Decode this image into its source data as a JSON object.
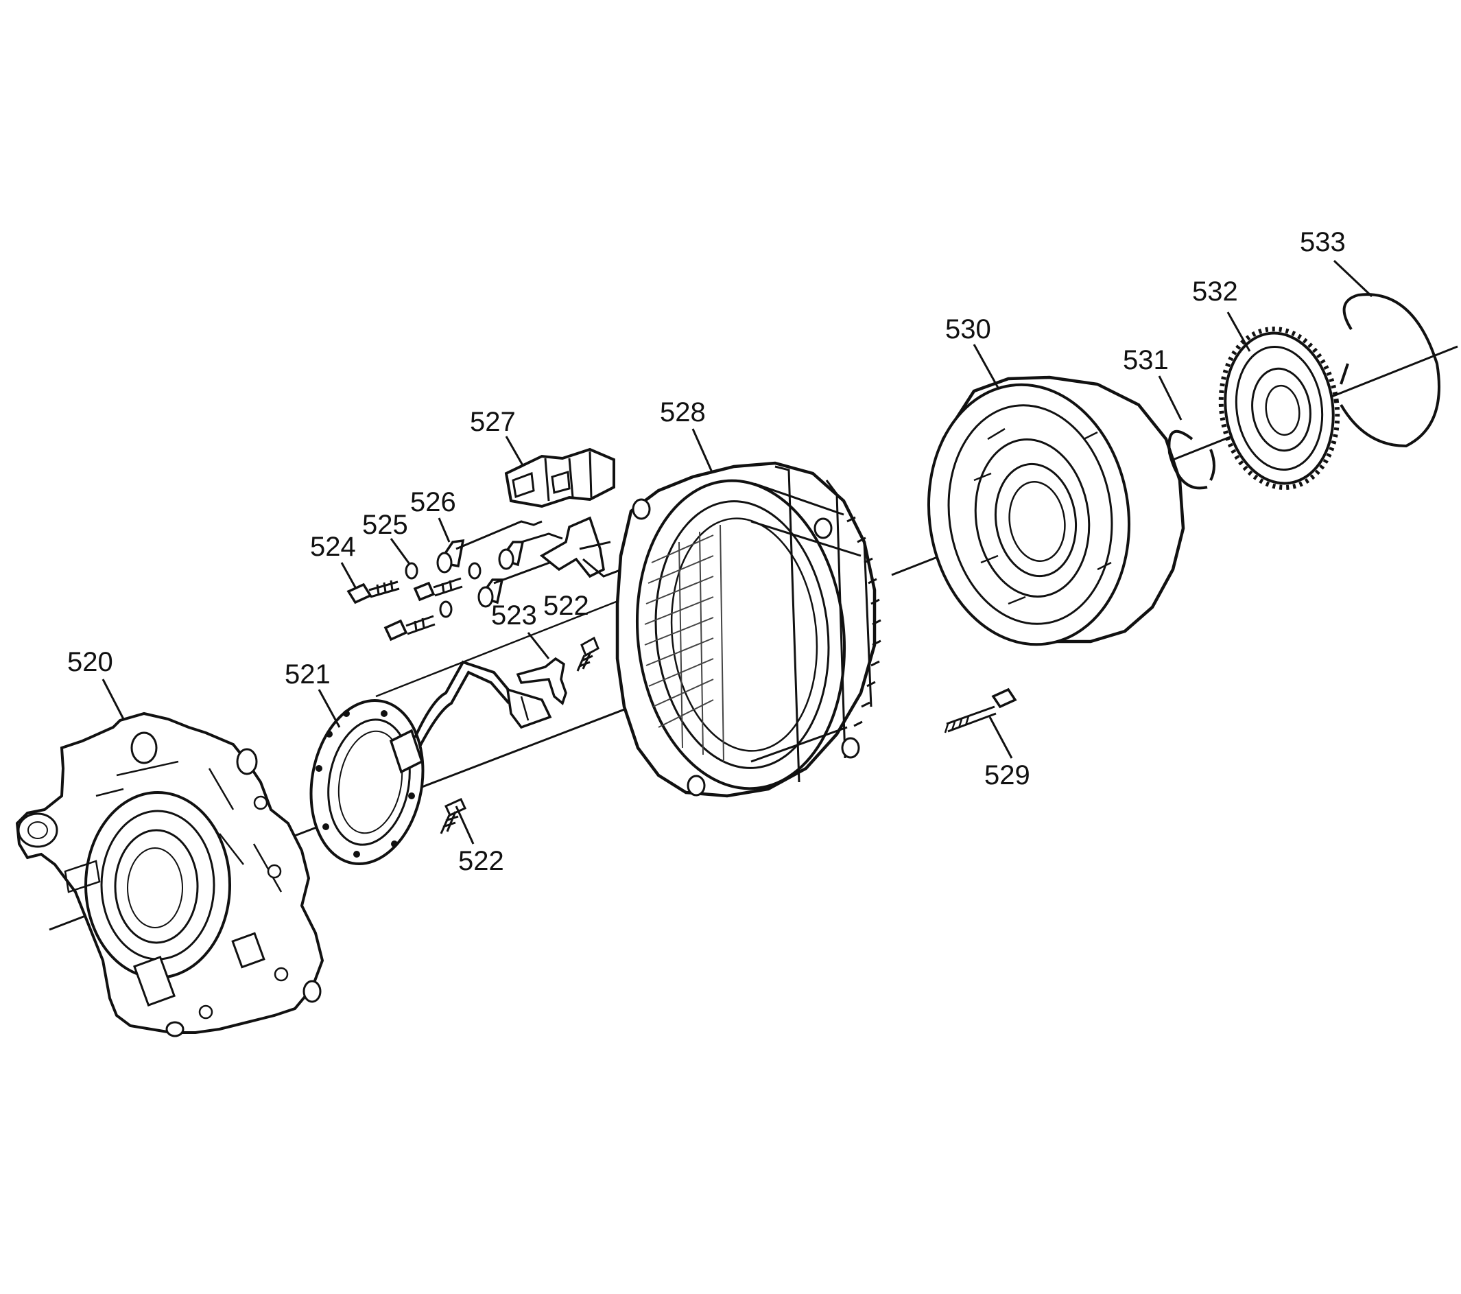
{
  "diagram": {
    "ink_color": "#111111",
    "background_color": "#ffffff",
    "callouts": [
      {
        "id": "c520",
        "label": "520"
      },
      {
        "id": "c521",
        "label": "521"
      },
      {
        "id": "c522a",
        "label": "522"
      },
      {
        "id": "c522b",
        "label": "522"
      },
      {
        "id": "c523",
        "label": "523"
      },
      {
        "id": "c524",
        "label": "524"
      },
      {
        "id": "c525",
        "label": "525"
      },
      {
        "id": "c526",
        "label": "526"
      },
      {
        "id": "c527",
        "label": "527"
      },
      {
        "id": "c528",
        "label": "528"
      },
      {
        "id": "c529",
        "label": "529"
      },
      {
        "id": "c530",
        "label": "530"
      },
      {
        "id": "c531",
        "label": "531"
      },
      {
        "id": "c532",
        "label": "532"
      },
      {
        "id": "c533",
        "label": "533"
      }
    ]
  }
}
